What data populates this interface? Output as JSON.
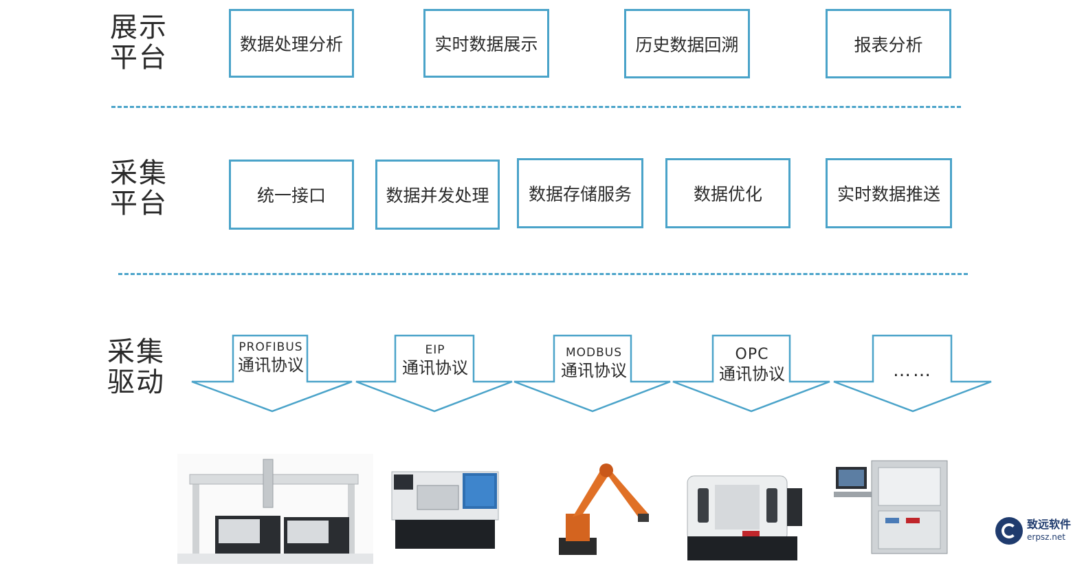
{
  "display_layer": {
    "label": "展示\n平台",
    "boxes": [
      "数据处理分析",
      "实时数据展示",
      "历史数据回溯",
      "报表分析"
    ]
  },
  "collect_layer": {
    "label": "采集\n平台",
    "boxes": [
      "统一接口",
      "数据并发处理",
      "数据存储服务",
      "数据优化",
      "实时数据推送"
    ]
  },
  "driver_layer": {
    "label": "采集\n驱动",
    "protocols": [
      {
        "name": "PROFIBUS",
        "desc": "通讯协议"
      },
      {
        "name": "EIP",
        "desc": "通讯协议"
      },
      {
        "name": "MODBUS",
        "desc": "通讯协议"
      },
      {
        "name": "OPC",
        "desc": "通讯协议"
      },
      {
        "name": "",
        "desc": "……"
      }
    ]
  },
  "machines": [
    "gantry-machining-cell-image",
    "cnc-lathe-image",
    "industrial-robot-arm-image",
    "machining-center-image",
    "control-cabinet-image"
  ],
  "logo": {
    "name": "致远软件",
    "url": "erpsz.net"
  },
  "colors": {
    "accent": "#4aa3c9",
    "text": "#2a2a2a",
    "logo": "#1f3b6e"
  }
}
